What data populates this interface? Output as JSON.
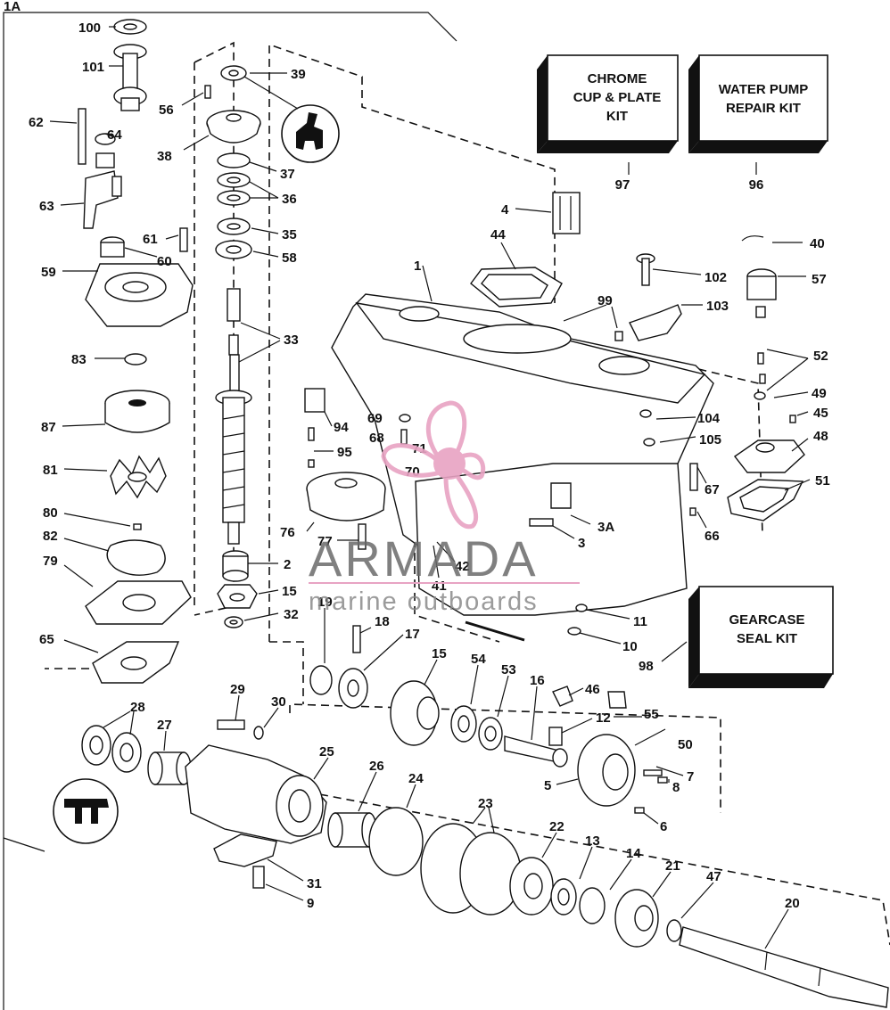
{
  "corner_label": "1A",
  "kits": {
    "chrome": {
      "lines": [
        "CHROME",
        "CUP & PLATE",
        "KIT"
      ],
      "ref": "97"
    },
    "water_pump": {
      "lines": [
        "WATER PUMP",
        "REPAIR KIT"
      ],
      "ref": "96"
    },
    "gearcase_seal": {
      "lines": [
        "GEARCASE",
        "SEAL KIT"
      ],
      "ref": "98"
    }
  },
  "watermark": {
    "brand": "ARMADA",
    "tagline": "marine outboards",
    "accent": "#e8a3c3",
    "text_color": "#6a6a6a"
  },
  "callouts": {
    "c100": "100",
    "c101": "101",
    "c62": "62",
    "c64": "64",
    "c63": "63",
    "c61": "61",
    "c60": "60",
    "c59": "59",
    "c83": "83",
    "c87": "87",
    "c81": "81",
    "c80": "80",
    "c82": "82",
    "c79": "79",
    "c65": "65",
    "c56": "56",
    "c39": "39",
    "c38": "38",
    "c37": "37",
    "c36": "36",
    "c35": "35",
    "c58": "58",
    "c33": "33",
    "c2": "2",
    "c15a": "15",
    "c32": "32",
    "c4": "4",
    "c44": "44",
    "c1": "1",
    "c99": "99",
    "c40": "40",
    "c102": "102",
    "c57": "57",
    "c103": "103",
    "c52": "52",
    "c49": "49",
    "c45": "45",
    "c48": "48",
    "c51": "51",
    "c67": "67",
    "c66": "66",
    "c104": "104",
    "c105": "105",
    "c94": "94",
    "c95": "95",
    "c69": "69",
    "c68": "68",
    "c71": "71",
    "c70": "70",
    "c76": "76",
    "c77": "77",
    "c3a": "3A",
    "c3": "3",
    "c42": "42",
    "c41": "41",
    "c11": "11",
    "c10": "10",
    "c19": "19",
    "c18": "18",
    "c17": "17",
    "c15b": "15",
    "c54": "54",
    "c53": "53",
    "c16": "16",
    "c46": "46",
    "c55": "55",
    "c12": "12",
    "c50": "50",
    "c7": "7",
    "c8": "8",
    "c5": "5",
    "c6": "6",
    "c28": "28",
    "c27": "27",
    "c29": "29",
    "c30": "30",
    "c25": "25",
    "c26": "26",
    "c24": "24",
    "c23": "23",
    "c22": "22",
    "c13": "13",
    "c14": "14",
    "c21": "21",
    "c47": "47",
    "c20": "20",
    "c31": "31",
    "c9": "9"
  }
}
